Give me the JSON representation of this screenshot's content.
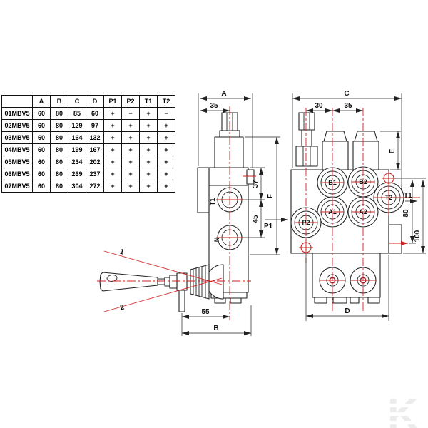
{
  "table": {
    "col_headers": [
      "",
      "A",
      "B",
      "C",
      "D",
      "P1",
      "P2",
      "T1",
      "T2"
    ],
    "rows": [
      {
        "model": "01MBV5",
        "a": "60",
        "b": "80",
        "c": "85",
        "d": "60",
        "p1": "+",
        "p2": "−",
        "t1": "+",
        "t2": "−"
      },
      {
        "model": "02MBV5",
        "a": "60",
        "b": "80",
        "c": "129",
        "d": "97",
        "p1": "+",
        "p2": "+",
        "t1": "+",
        "t2": "+"
      },
      {
        "model": "03MBV5",
        "a": "60",
        "b": "80",
        "c": "164",
        "d": "132",
        "p1": "+",
        "p2": "+",
        "t1": "+",
        "t2": "+"
      },
      {
        "model": "04MBV5",
        "a": "60",
        "b": "80",
        "c": "199",
        "d": "167",
        "p1": "+",
        "p2": "+",
        "t1": "+",
        "t2": "+"
      },
      {
        "model": "05MBV5",
        "a": "60",
        "b": "80",
        "c": "234",
        "d": "202",
        "p1": "+",
        "p2": "+",
        "t1": "+",
        "t2": "+"
      },
      {
        "model": "06MBV5",
        "a": "60",
        "b": "80",
        "c": "269",
        "d": "237",
        "p1": "+",
        "p2": "+",
        "t1": "+",
        "t2": "+"
      },
      {
        "model": "07MBV5",
        "a": "60",
        "b": "80",
        "c": "304",
        "d": "272",
        "p1": "+",
        "p2": "+",
        "t1": "+",
        "t2": "+"
      }
    ]
  },
  "side_view": {
    "dim_a": "A",
    "dim_35": "35",
    "dim_37": "37",
    "dim_45": "45",
    "dim_f": "F",
    "dim_55": "55",
    "dim_b": "B",
    "port_t1": "T1",
    "port_n": "N",
    "lever_pos_1": "1",
    "lever_pos_2": "2"
  },
  "front_view": {
    "dim_c": "C",
    "dim_30": "30",
    "dim_35": "35",
    "dim_e": "E",
    "dim_80": "80",
    "dim_100": "100",
    "dim_d": "D",
    "port_b1": "B1",
    "port_b2": "B2",
    "port_a1": "A1",
    "port_a2": "A2",
    "port_p2": "P2",
    "port_t2": "T2",
    "label_t1": "T1",
    "label_p1": "P1"
  },
  "watermark": "K",
  "colors": {
    "line": "#222222",
    "centerline_red": "#cc2222",
    "watermark_gray": "#ececec"
  }
}
